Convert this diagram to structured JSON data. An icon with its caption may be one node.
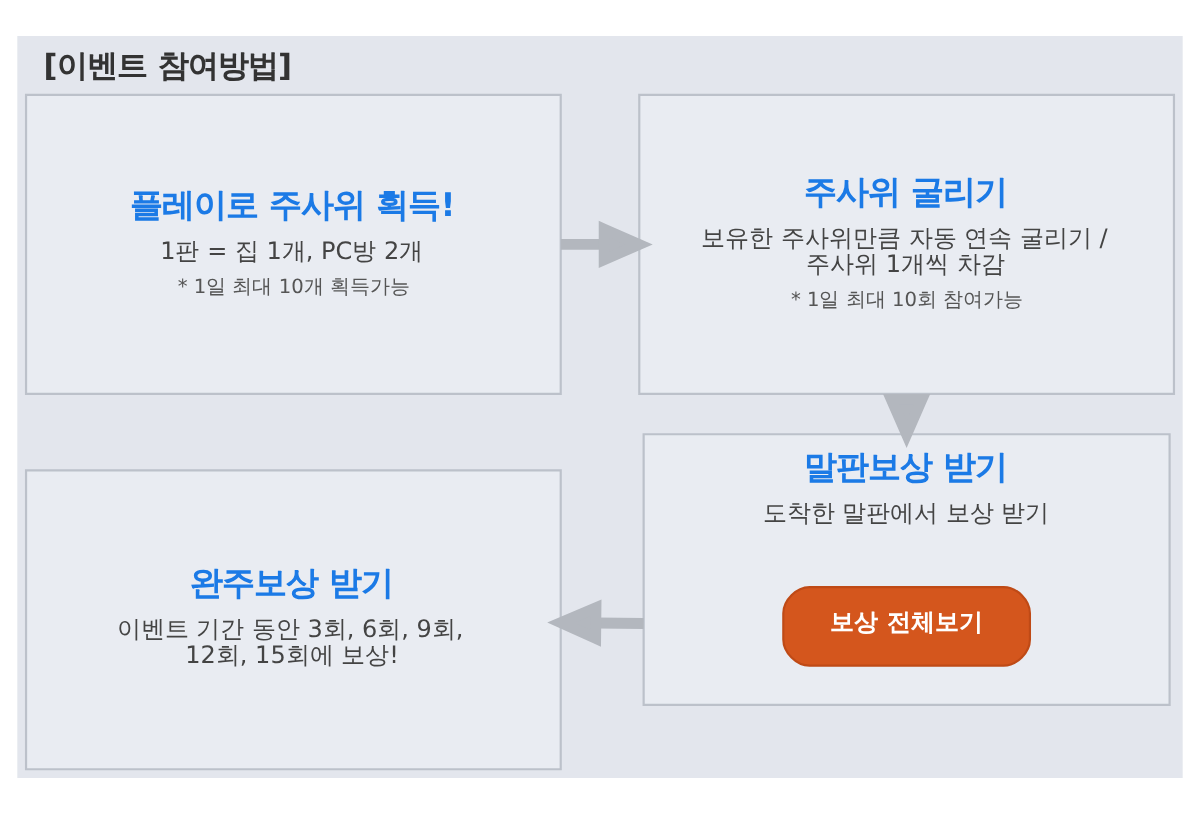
{
  "diagram": {
    "title": "[이벤트 참여방법]",
    "nodes": [
      {
        "text": [
          "플레이로 주사위 획득!",
          "1판 = 집 1개, PC방 2개",
          "* 1일 최대 10개 획득가능"
        ]
      },
      {
        "text": [
          "주사위 굴리기",
          "보유한 주사위만큼 자동 연속 굴리기 / 주사위 1개씩 차감",
          "* 1일 최대 10회 참여가능"
        ]
      },
      {
        "text": [
          "완주보상 받기",
          "이벤트 기간 동안 3회, 6회, 9회, 12회, 15회에 보상!"
        ]
      },
      {
        "text": [
          "말판보상 받기",
          "도착한 말판에서 보상 받기"
        ]
      },
      {
        "text": [
          "보상 전체보기"
        ],
        "in": 3
      }
    ],
    "edges": [
      {
        "from": 0,
        "to": 1,
        "arrow": "to"
      },
      {
        "from": 1,
        "to": 3,
        "arrow": "to"
      },
      {
        "from": 3,
        "to": 2,
        "arrow": "to"
      }
    ]
  }
}
